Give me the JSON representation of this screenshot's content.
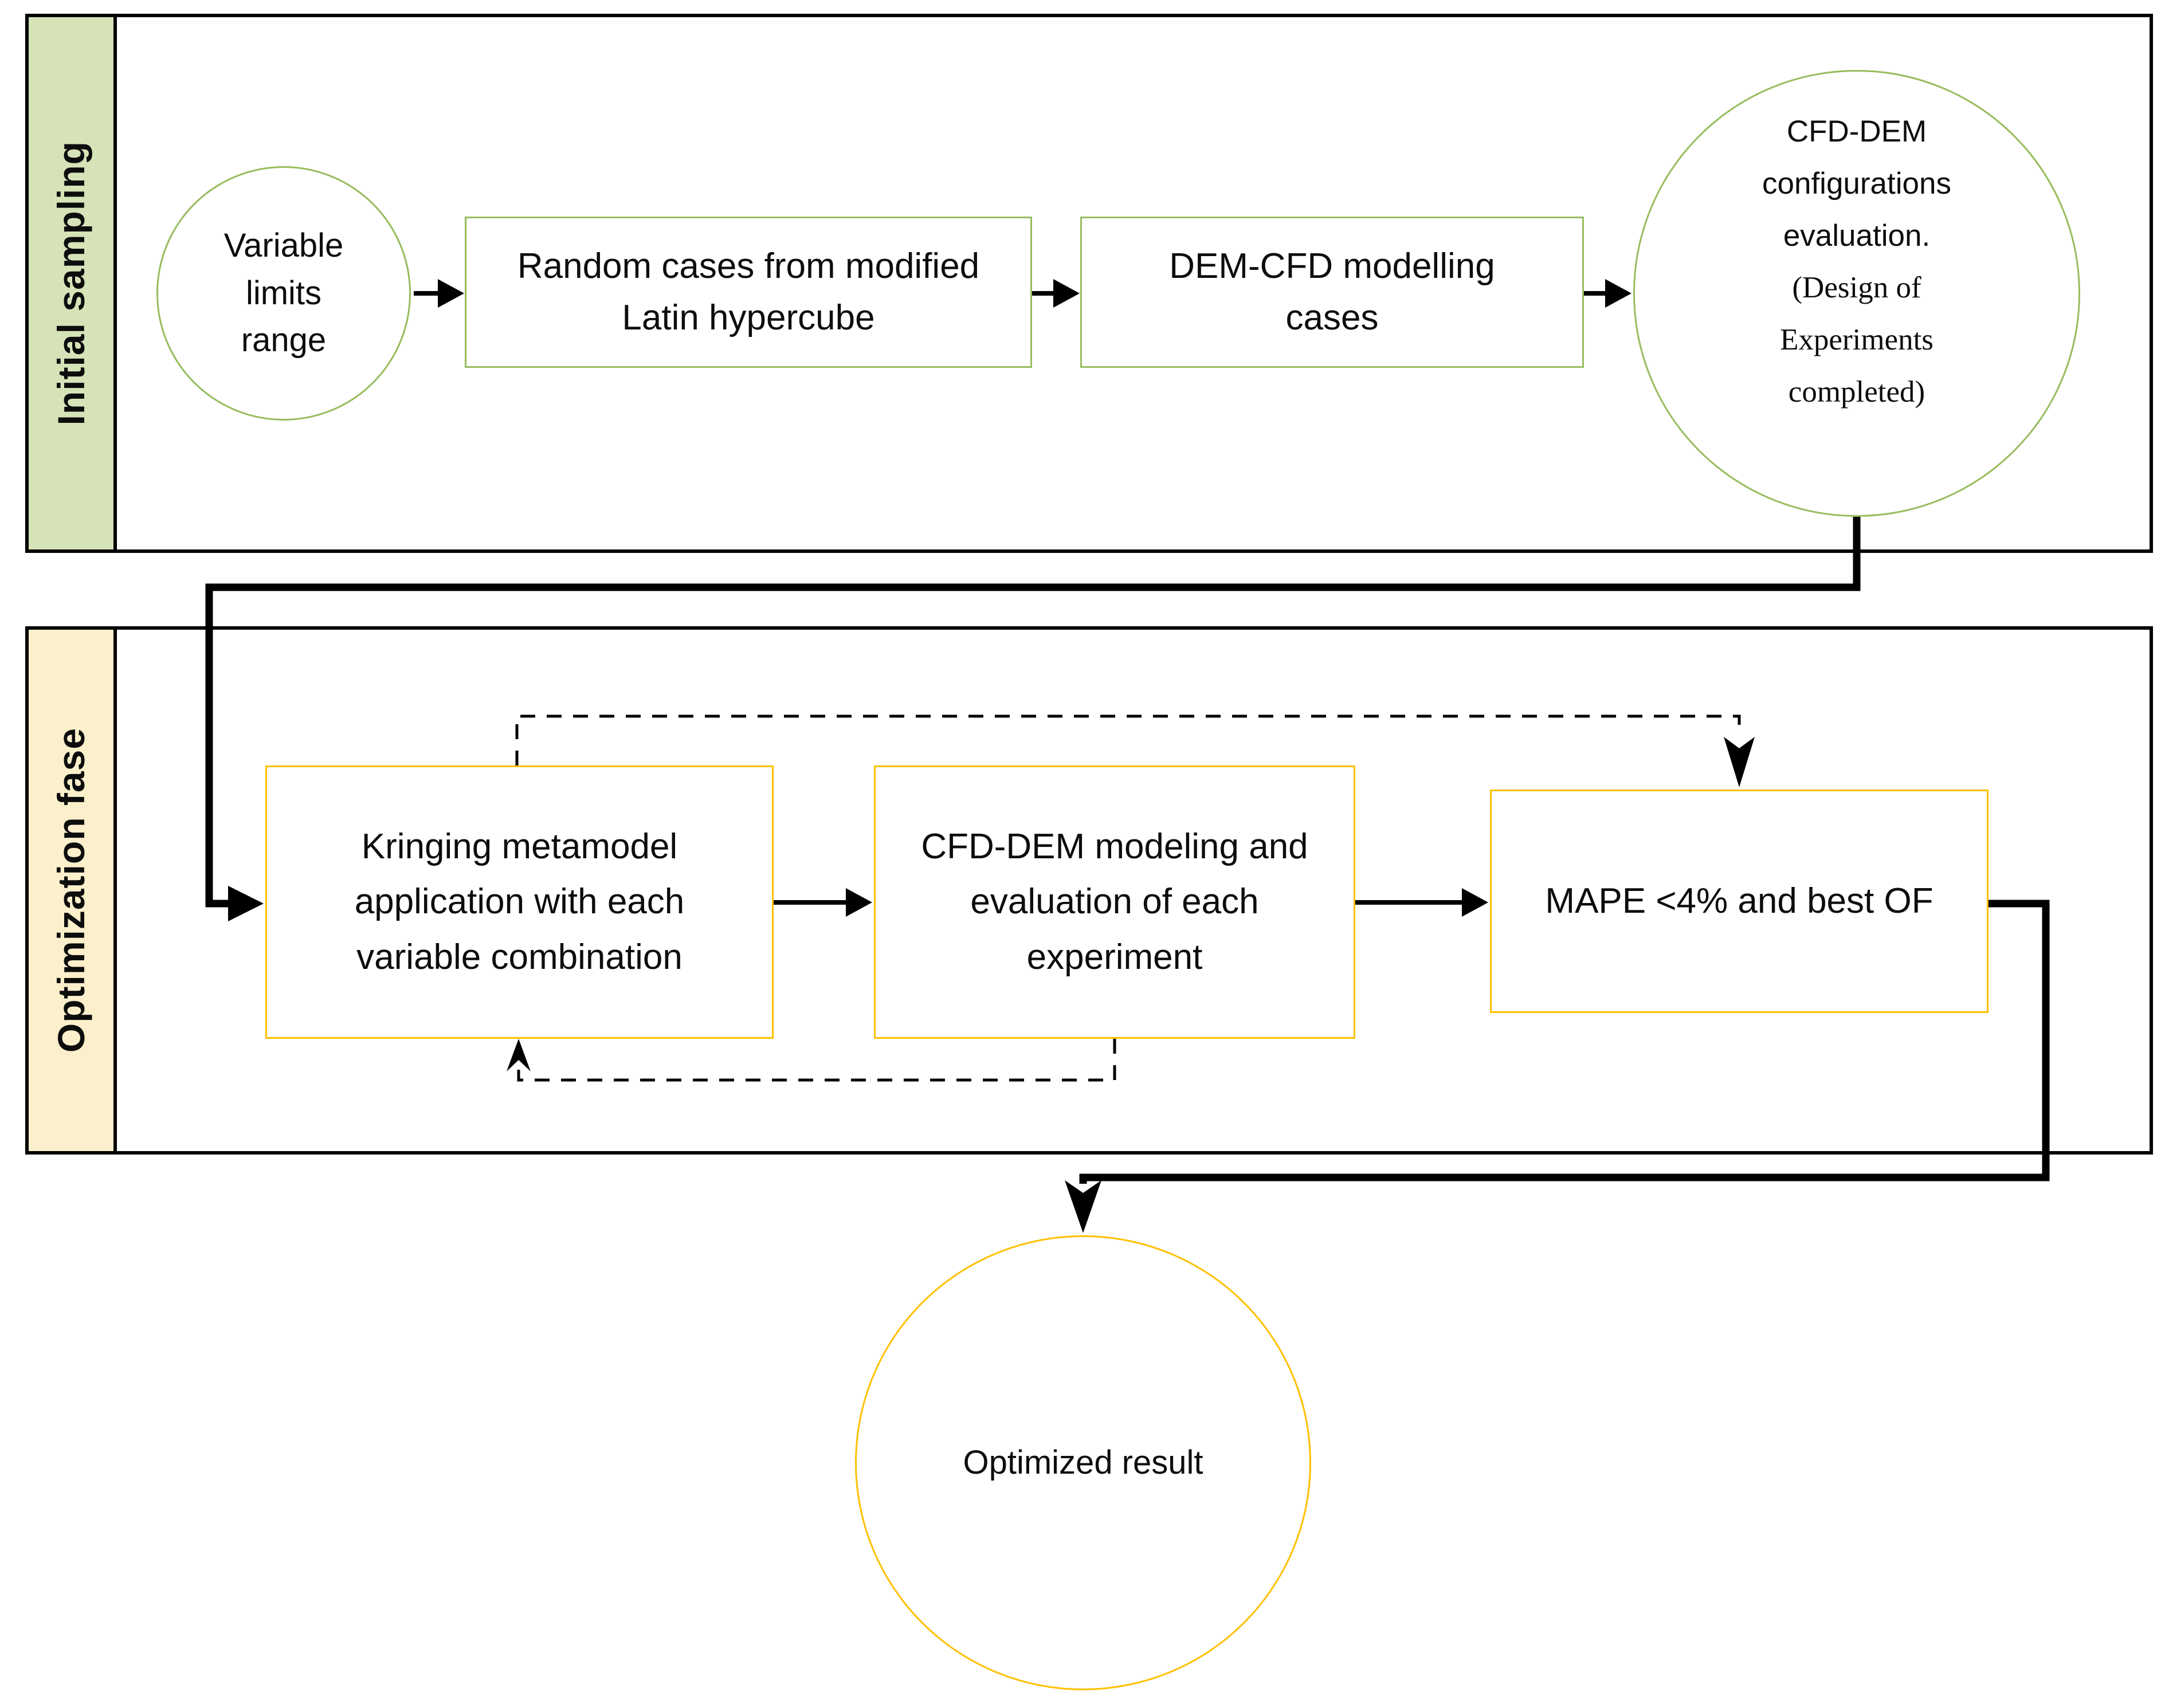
{
  "sections": [
    {
      "id": "initial-sampling",
      "label": "Initial sampling"
    },
    {
      "id": "optimization",
      "label": "Optimization fase"
    }
  ],
  "nodes": {
    "variable_limits_range": {
      "lines": [
        "Variable",
        "limits",
        "range"
      ]
    },
    "random_cases": {
      "lines": [
        "Random cases from modified",
        "Latin hypercube"
      ]
    },
    "dem_cfd_modelling_cases": {
      "lines": [
        "DEM-CFD modelling",
        "cases"
      ]
    },
    "cfd_dem_configurations": {
      "lines": [
        "CFD-DEM",
        "configurations",
        "evaluation.",
        "(Design of",
        "Experiments",
        "completed)"
      ]
    },
    "kringing_metamodel": {
      "lines": [
        "Kringing metamodel",
        "application with each",
        "variable combination"
      ]
    },
    "cfd_dem_modeling": {
      "lines": [
        "CFD-DEM modeling and",
        "evaluation of each",
        "experiment"
      ]
    },
    "mape_check": {
      "label": "MAPE <4% and best OF"
    },
    "optimized_result": {
      "label": "Optimized result"
    }
  },
  "colors": {
    "green_fill": "#D6E3B8",
    "green_stroke": "#97BC5D",
    "yellow_fill": "#FBF0CB",
    "yellow_stroke": "#FFC000",
    "line": "#000000",
    "text": "#0D0D0D",
    "background": "#FFFFFF"
  }
}
